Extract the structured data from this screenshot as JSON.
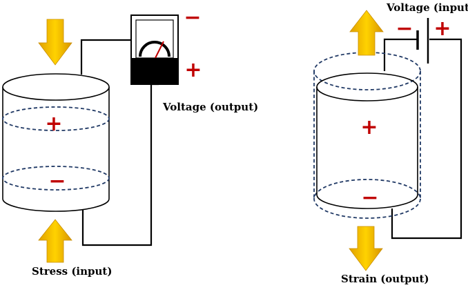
{
  "left_diagram": {
    "input_label": "Stress (input)",
    "output_label": "Voltage (output)",
    "cylinder_plus": "+",
    "cylinder_minus": "−",
    "meter_minus": "−",
    "meter_plus": "+"
  },
  "right_diagram": {
    "input_label": "Voltage (input)",
    "output_label": "Strain (output)",
    "cylinder_plus": "+",
    "cylinder_minus": "−",
    "battery_minus": "−",
    "battery_plus": "+"
  },
  "colors": {
    "arrow": "#f2b400",
    "dashed": "#1f3864",
    "sign": "#c00000",
    "wire": "#000000"
  }
}
